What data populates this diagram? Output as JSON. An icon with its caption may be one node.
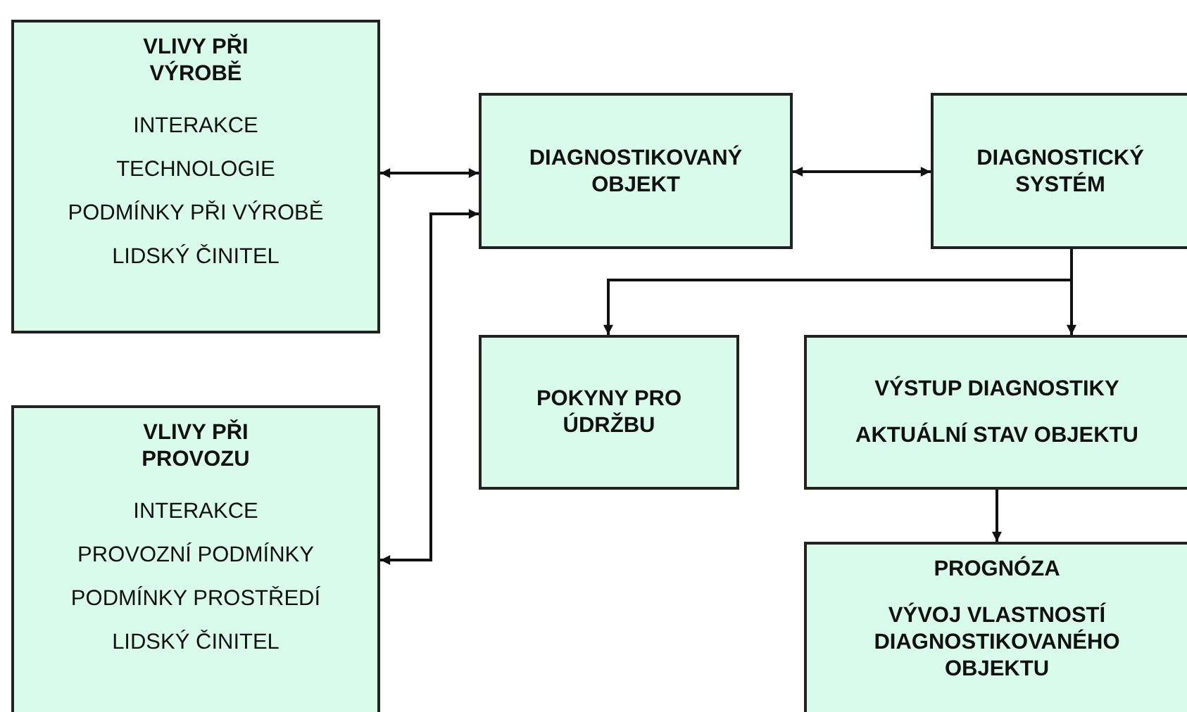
{
  "diagram": {
    "nodes": [
      {
        "text": [
          "VLIVY PŘI VÝROBĚ",
          "INTERAKCE",
          "TECHNOLOGIE",
          "PODMÍNKY PŘI VÝROBĚ",
          "LIDSKÝ ČINITEL"
        ]
      },
      {
        "text": [
          "VLIVY PŘI PROVOZU",
          "INTERAKCE",
          "PROVOZNÍ PODMÍNKY",
          "PODMÍNKY PROSTŘEDÍ",
          "LIDSKÝ ČINITEL"
        ]
      },
      {
        "text": [
          "DIAGNOSTIKOVANÝ OBJEKT"
        ]
      },
      {
        "text": [
          "DIAGNOSTICKÝ SYSTÉM"
        ]
      },
      {
        "text": [
          "POKYNY PRO ÚDRŽBU"
        ]
      },
      {
        "text": [
          "VÝSTUP DIAGNOSTIKY",
          "AKTUÁLNÍ STAV OBJEKTU"
        ]
      },
      {
        "text": [
          "PROGNÓZA",
          "VÝVOJ VLASTNOSTÍ DIAGNOSTIKOVANÉHO OBJEKTU"
        ]
      }
    ],
    "edges": [
      {
        "from": 0,
        "to": 2,
        "arrow": "both"
      },
      {
        "from": 2,
        "to": 1,
        "arrow": "both"
      },
      {
        "from": 2,
        "to": 3,
        "arrow": "both"
      },
      {
        "from": 3,
        "to": 4,
        "arrow": "to"
      },
      {
        "from": 3,
        "to": 5,
        "arrow": "to"
      },
      {
        "from": 5,
        "to": 6,
        "arrow": "to"
      }
    ]
  }
}
